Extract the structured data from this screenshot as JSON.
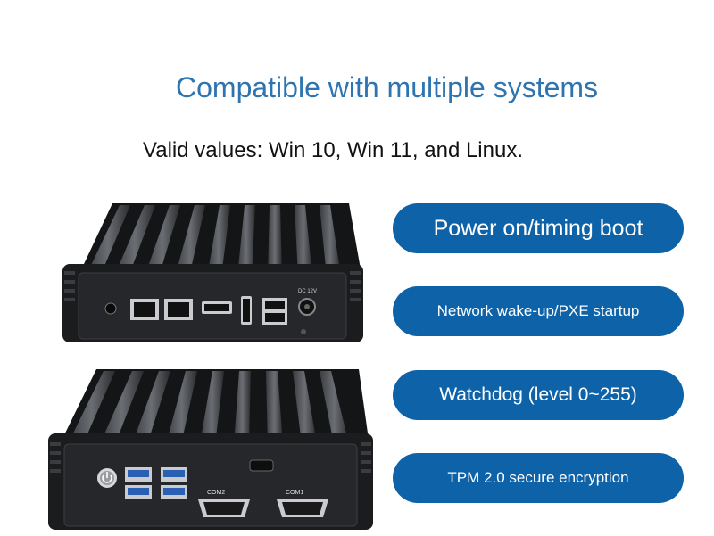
{
  "header": {
    "title": "Compatible with multiple systems",
    "subtitle": "Valid values: Win 10, Win 11, and Linux."
  },
  "features": [
    {
      "label": "Power on/timing boot"
    },
    {
      "label": "Network wake-up/PXE startup"
    },
    {
      "label": "Watchdog (level 0~255)"
    },
    {
      "label": "TPM 2.0 secure encryption"
    }
  ],
  "ports": {
    "com2": "COM2",
    "com1": "COM1",
    "dc": "DC 12V"
  },
  "colors": {
    "accent": "#0e62a8",
    "title": "#2e74b0",
    "device_body": "#1b1c1e"
  }
}
